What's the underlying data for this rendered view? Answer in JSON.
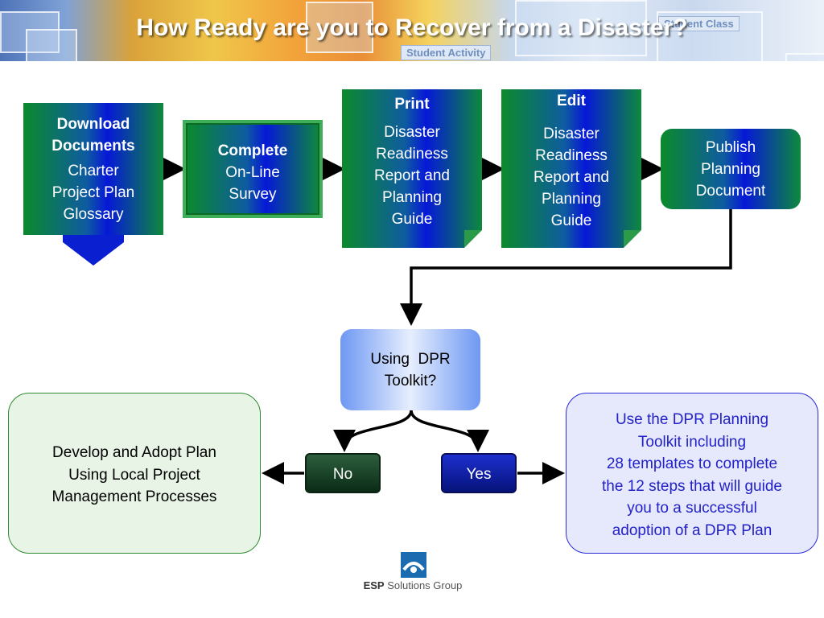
{
  "header": {
    "title": "How Ready are you to Recover from a Disaster?",
    "banner_labels": [
      "Student Activity",
      "Student Class"
    ]
  },
  "steps": {
    "download": {
      "head": "Download Documents",
      "lines": [
        "Charter",
        "Project Plan",
        "Glossary"
      ]
    },
    "complete": {
      "head": "Complete",
      "lines": [
        "On-Line",
        "Survey"
      ]
    },
    "print": {
      "head": "Print",
      "lines": [
        "Disaster",
        "Readiness",
        "Report and",
        "Planning",
        "Guide"
      ]
    },
    "edit": {
      "head": "Edit",
      "lines": [
        "Disaster",
        "Readiness",
        "Report and",
        "Planning",
        "Guide"
      ]
    },
    "publish": {
      "lines": [
        "Publish",
        "Planning",
        "Document"
      ]
    }
  },
  "decision": {
    "lines": [
      "Using  DPR",
      "Toolkit?"
    ]
  },
  "branches": {
    "no": "No",
    "yes": "Yes"
  },
  "outcomes": {
    "no": [
      "Develop and Adopt Plan",
      "Using Local Project",
      "Management Processes"
    ],
    "yes": [
      "Use the DPR Planning",
      "Toolkit including",
      "28 templates to complete",
      "the 12 steps that will guide",
      "you to a successful",
      "adoption of a DPR Plan"
    ]
  },
  "footer": {
    "brand_bold": "ESP",
    "brand_rest": " Solutions Group"
  }
}
